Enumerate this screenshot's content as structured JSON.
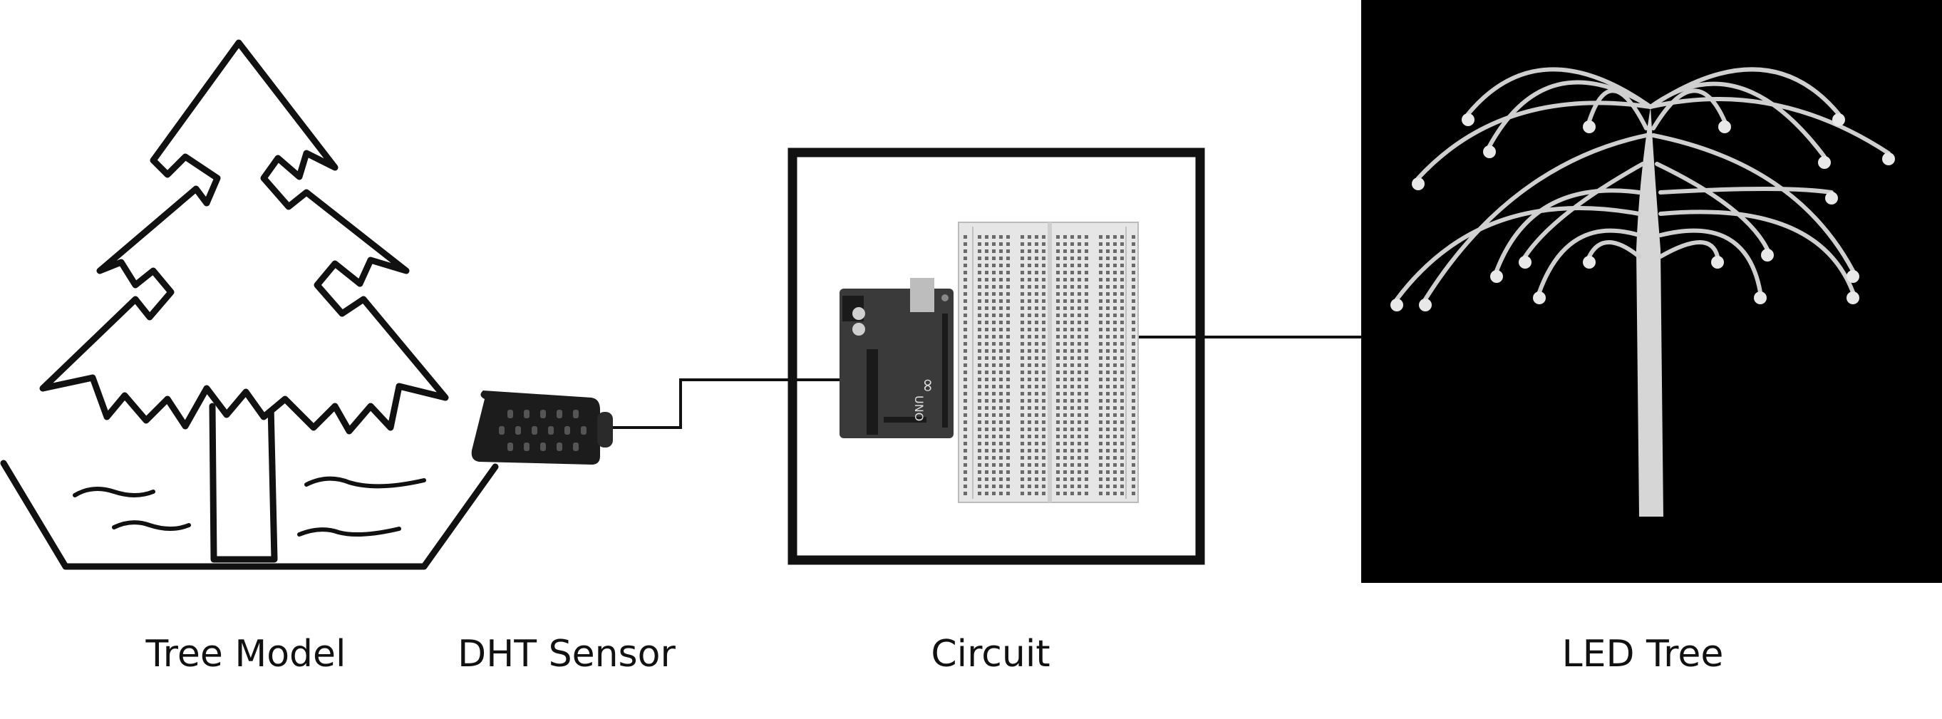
{
  "labels": {
    "tree_model": "Tree Model",
    "dht_sensor": "DHT Sensor",
    "circuit": "Circuit",
    "led_tree": "LED Tree"
  },
  "board": {
    "brand_logo": "∞",
    "model_text": "UNO"
  },
  "colors": {
    "ink": "#111111",
    "panel_background": "#000000",
    "breadboard": "#e6e6e6",
    "board": "#3a3a3a",
    "led_stem": "#d6d6d6"
  },
  "icons": {
    "tree_model": "pine-tree-in-pot-icon",
    "sensor": "dht-sensor-icon",
    "microcontroller": "arduino-uno-icon",
    "breadboard": "breadboard-icon",
    "led_tree": "led-fountain-tree-icon"
  }
}
